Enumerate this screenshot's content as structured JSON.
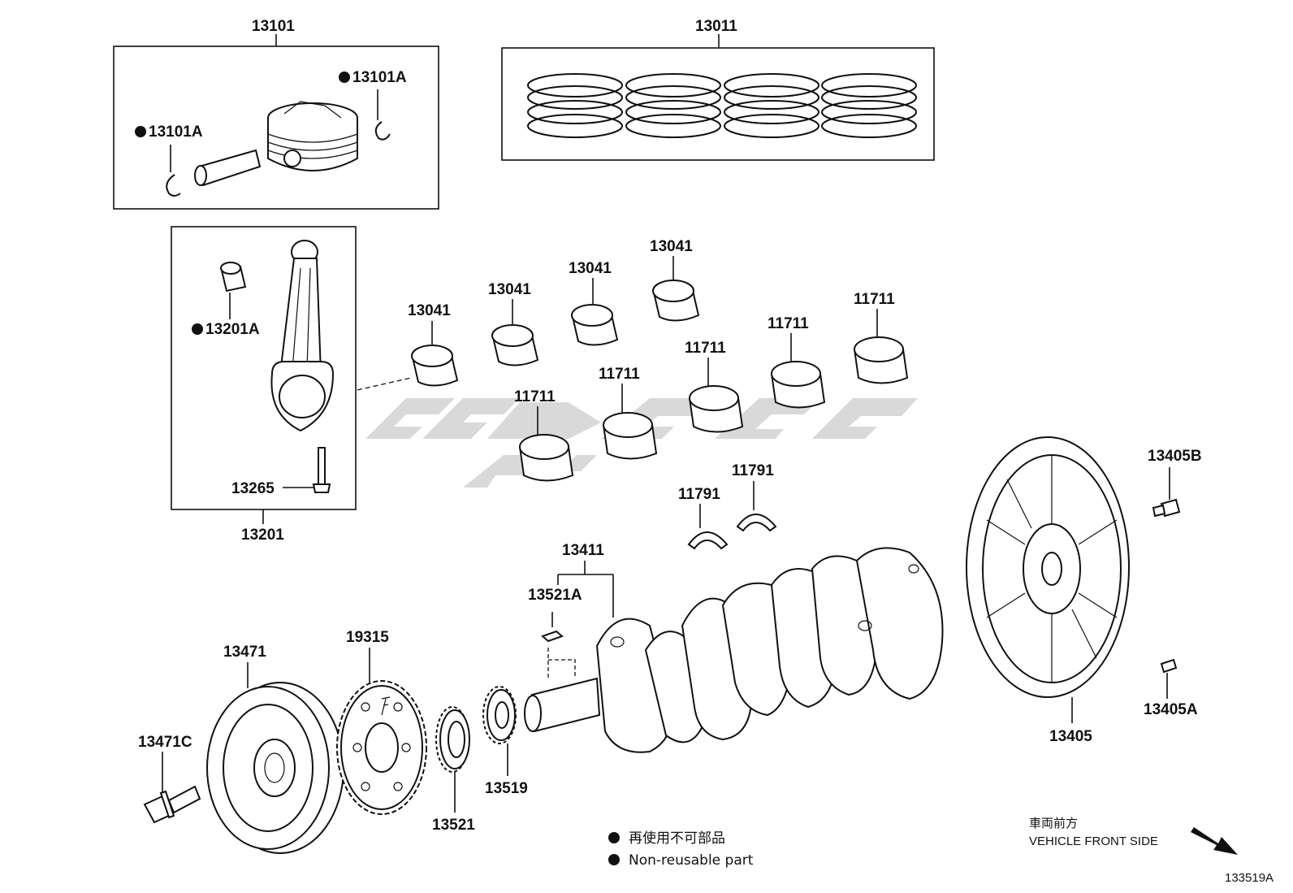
{
  "labels": {
    "p13101": "13101",
    "p13011": "13011",
    "p13101A_1": "13101A",
    "p13101A_2": "13101A",
    "p13201A": "13201A",
    "p13265": "13265",
    "p13201": "13201",
    "p13041_1": "13041",
    "p13041_2": "13041",
    "p13041_3": "13041",
    "p13041_4": "13041",
    "p11711_1": "11711",
    "p11711_2": "11711",
    "p11711_3": "11711",
    "p11711_4": "11711",
    "p11711_5": "11711",
    "p11791_1": "11791",
    "p11791_2": "11791",
    "p13411": "13411",
    "p13521A": "13521A",
    "p13405B": "13405B",
    "p13405A": "13405A",
    "p13405": "13405",
    "p13471": "13471",
    "p13471C": "13471C",
    "p19315": "19315",
    "p13521": "13521",
    "p13519": "13519"
  },
  "legend": {
    "jp": "再使用不可部品",
    "en": "Non-reusable part"
  },
  "direction": {
    "jp": "車両前方",
    "en": "VEHICLE FRONT SIDE"
  },
  "figure_id": "133519A"
}
